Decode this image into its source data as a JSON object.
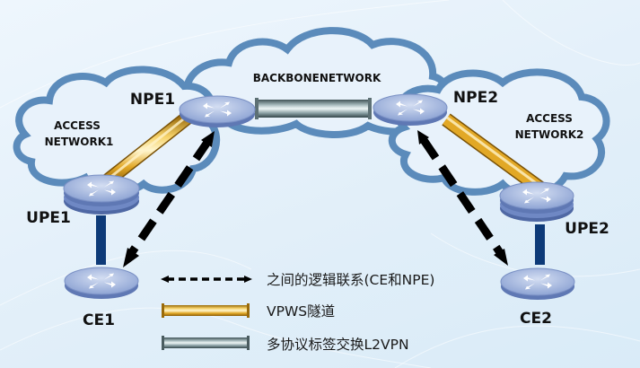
{
  "diagram": {
    "networks": {
      "backbone": "BACKBONENETWORK",
      "access1_line1": "ACCESS",
      "access1_line2": "NETWORK1",
      "access2_line1": "ACCESS",
      "access2_line2": "NETWORK2"
    },
    "nodes": {
      "npe1": "NPE1",
      "npe2": "NPE2",
      "upe1": "UPE1",
      "upe2": "UPE2",
      "ce1": "CE1",
      "ce2": "CE2"
    },
    "legend": [
      {
        "type": "dashed-arrow",
        "label": "之间的逻辑联系(CE和NPE)"
      },
      {
        "type": "gold-tube",
        "label": "VPWS隧道"
      },
      {
        "type": "gray-tube",
        "label": "多协议标签交换L2VPN"
      }
    ],
    "colors": {
      "cloud_stroke": "#5b8bbb",
      "cloud_fill": "#e6f1fb",
      "vpws_tunnel": "#e0a020",
      "mpls_tunnel": "#7f969c",
      "access_link": "#0d3a78",
      "router_top": "#9fb3dd",
      "router_side": "#5f78b4"
    }
  }
}
